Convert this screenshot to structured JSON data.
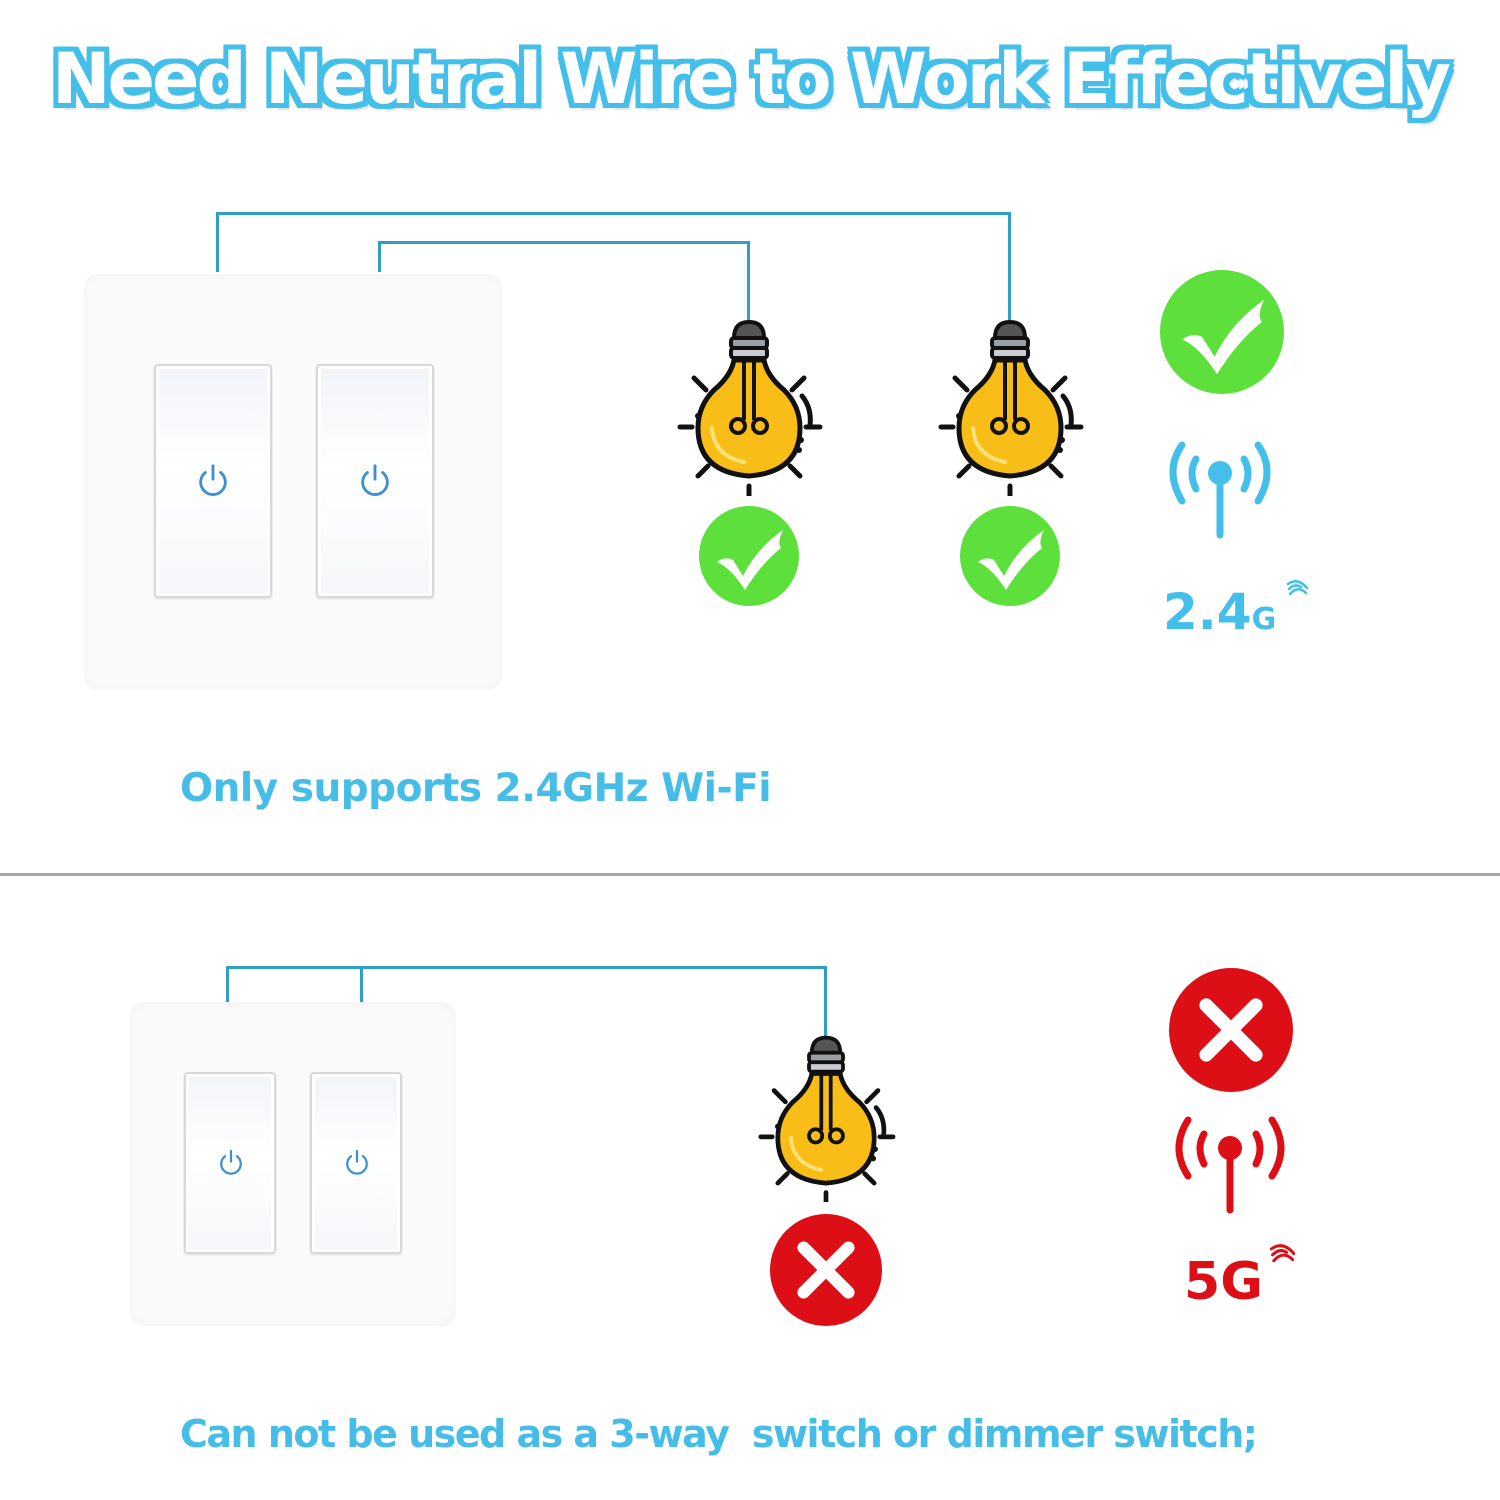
{
  "title": "Need Neutral Wire to Work Effectively",
  "colors": {
    "accent_blue": "#43bfea",
    "wire_blue": "#2f9fc4",
    "ok_green": "#5ee03c",
    "error_red": "#dd0f16",
    "bulb_yellow": "#f9bd17",
    "divider_gray": "#a6a6a6"
  },
  "top_section": {
    "switch": {
      "gangs": 2,
      "icon": "power-icon"
    },
    "bulbs": [
      {
        "icon": "light-bulb-icon",
        "status_icon": "check-circle-icon",
        "status": "ok"
      },
      {
        "icon": "light-bulb-icon",
        "status_icon": "check-circle-icon",
        "status": "ok"
      }
    ],
    "network": {
      "status_icon": "check-circle-icon",
      "signal_icon": "antenna-signal-icon",
      "band_label": "2.4",
      "band_suffix": "G"
    },
    "caption": "Only supports 2.4GHz Wi-Fi"
  },
  "bottom_section": {
    "switch": {
      "gangs": 2,
      "icon": "power-icon"
    },
    "bulbs": [
      {
        "icon": "light-bulb-icon",
        "status_icon": "x-circle-icon",
        "status": "not-supported"
      }
    ],
    "network": {
      "status_icon": "x-circle-icon",
      "signal_icon": "antenna-signal-icon",
      "band_label": "5",
      "band_suffix": "G"
    },
    "caption": "Can not be used as a 3-way  switch or dimmer switch;"
  }
}
